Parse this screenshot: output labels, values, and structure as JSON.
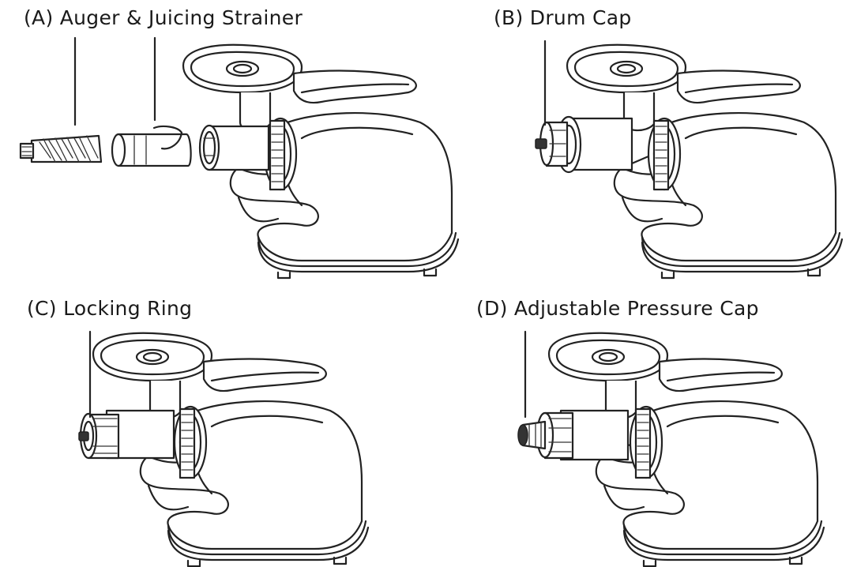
{
  "panels": [
    {
      "id": "A",
      "label": "(A) Auger & Juicing Strainer"
    },
    {
      "id": "B",
      "label": "(B) Drum Cap"
    },
    {
      "id": "C",
      "label": "(C) Locking Ring"
    },
    {
      "id": "D",
      "label": "(D) Adjustable Pressure Cap"
    }
  ]
}
